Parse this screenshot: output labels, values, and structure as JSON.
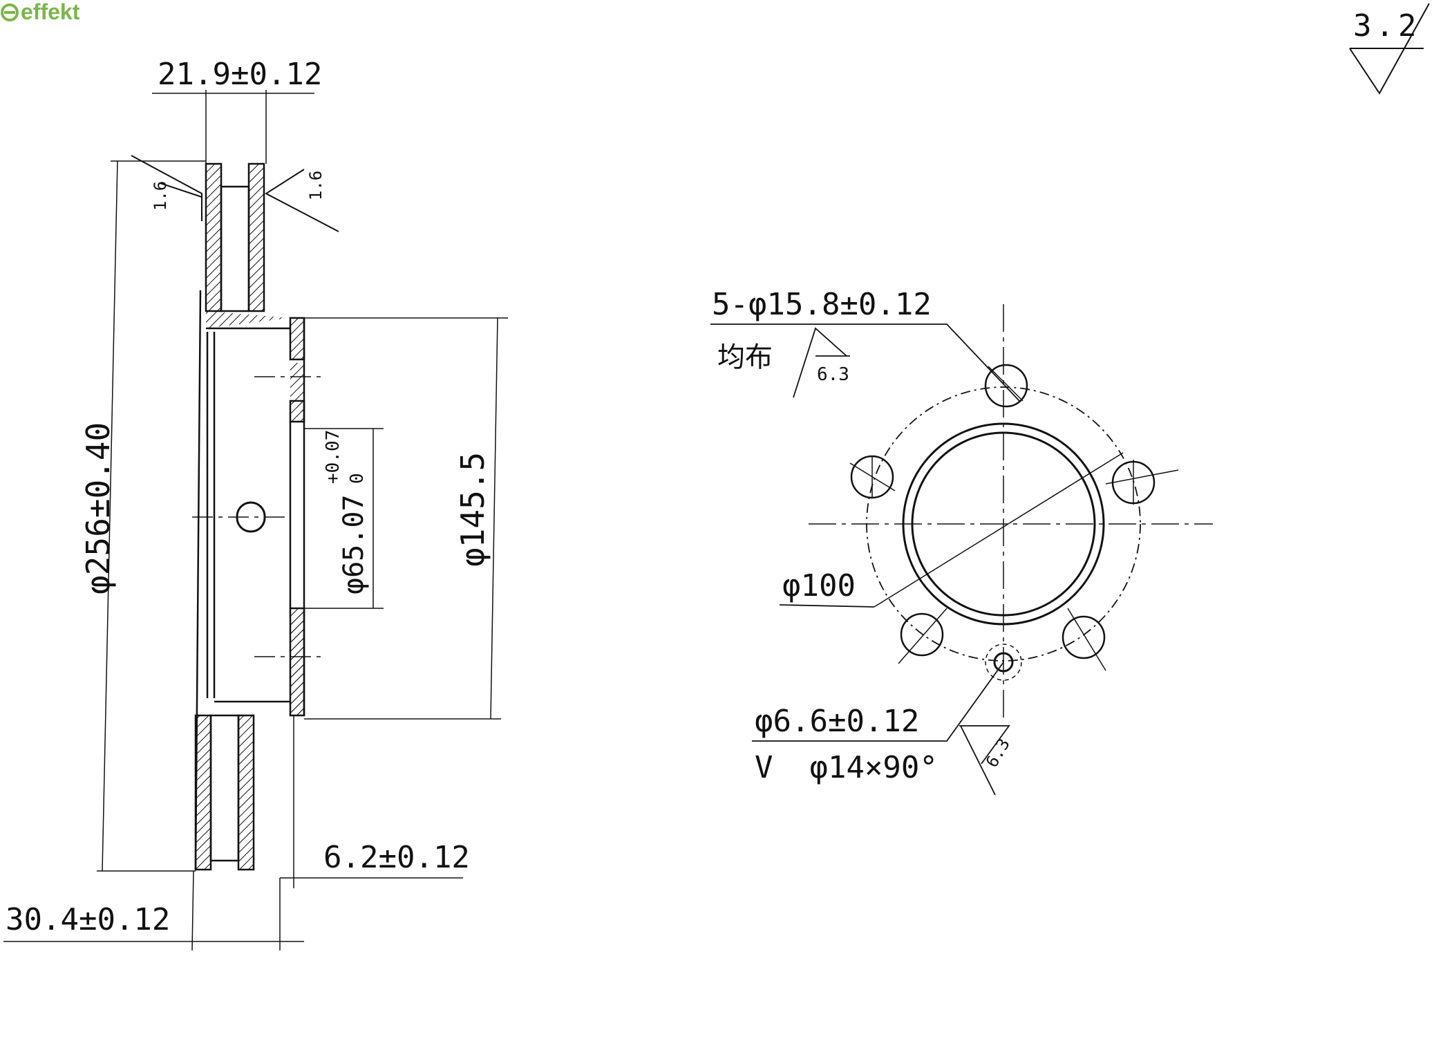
{
  "logo": {
    "text": "effekt",
    "color": "#7ab648"
  },
  "colors": {
    "ink": "#111111",
    "paper": "#ffffff"
  },
  "roughness": {
    "general": "3.2"
  },
  "section_view": {
    "hub_thickness": "21.9±0.12",
    "overall_diameter": "φ256±0.40",
    "bore_diameter": "φ65.07",
    "bore_tolerance_upper": "+0.07",
    "bore_tolerance_lower": "0",
    "hat_diameter": "φ145.5",
    "friction_face_thickness": "6.2±0.12",
    "overall_height": "30.4±0.12",
    "face_roughness_left": "1.6",
    "face_roughness_right": "1.6"
  },
  "face_view": {
    "stud_holes": "5-φ15.8±0.12",
    "stud_holes_note": "均布",
    "stud_holes_roughness": "6.3",
    "center_diameter": "φ100",
    "small_hole": "φ6.6±0.12",
    "small_hole_countersink": "V  φ14×90°",
    "small_hole_roughness": "6.3"
  }
}
